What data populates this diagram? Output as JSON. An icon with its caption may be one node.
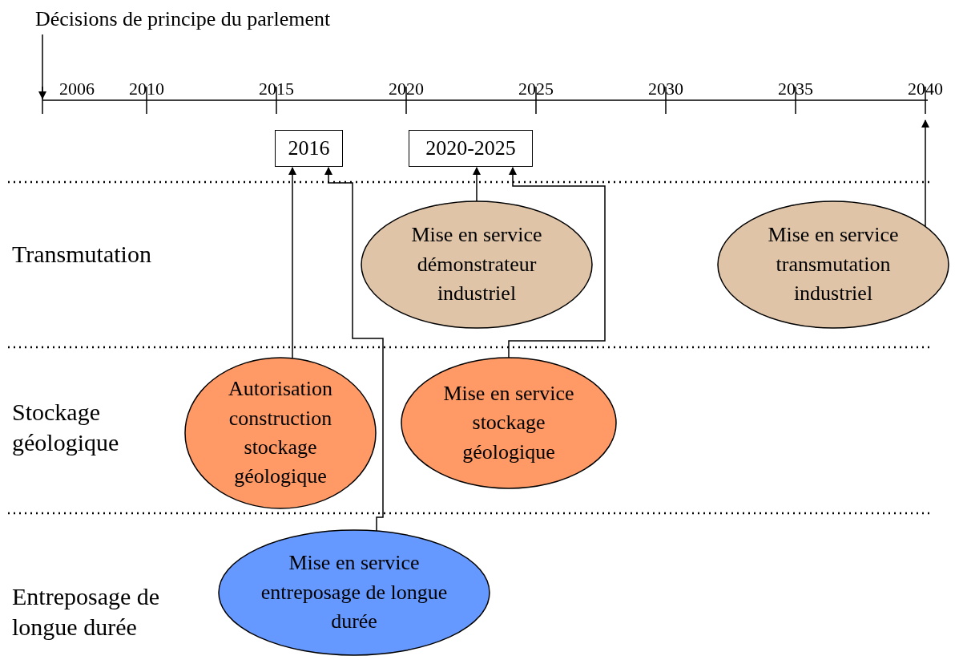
{
  "diagram": {
    "nodes": [
      {
        "text": [
          "Décisions de principe du parlement"
        ]
      },
      {
        "text": [
          "2016"
        ]
      },
      {
        "text": [
          "2020-2025"
        ]
      },
      {
        "text": [
          "Mise en service démonstrateur industriel"
        ]
      },
      {
        "text": [
          "Mise en service transmutation industriel"
        ]
      },
      {
        "text": [
          "Autorisation construction stockage géologique"
        ]
      },
      {
        "text": [
          "Mise en service stockage géologique"
        ]
      },
      {
        "text": [
          "Mise en service entreposage de longue durée"
        ]
      }
    ],
    "edges": [
      {
        "from": 0,
        "to": null,
        "arrow": "to"
      },
      {
        "from": 5,
        "to": 1,
        "arrow": "to"
      },
      {
        "from": 7,
        "to": 1,
        "arrow": "to"
      },
      {
        "from": 3,
        "to": 2,
        "arrow": "to"
      },
      {
        "from": 6,
        "to": 2,
        "arrow": "to"
      },
      {
        "from": 4,
        "to": null,
        "arrow": "to"
      }
    ],
    "labels": [
      "2006",
      "2010",
      "2015",
      "2020",
      "2025",
      "2030",
      "2035",
      "2040",
      "Transmutation",
      "Stockage géologique",
      "Entreposage de longue durée"
    ]
  }
}
